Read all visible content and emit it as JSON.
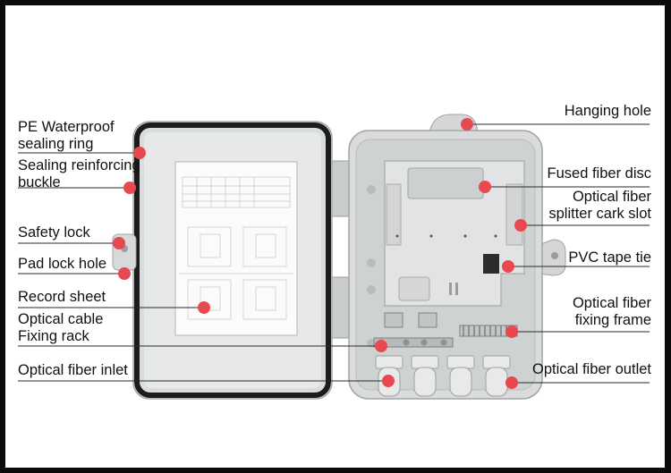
{
  "labels_left": [
    {
      "id": "pe-waterproof-sealing-ring",
      "lines": [
        "PE Waterproof",
        "sealing ring"
      ]
    },
    {
      "id": "sealing-reinforcing-buckle",
      "lines": [
        "Sealing reinforcing",
        "buckle"
      ]
    },
    {
      "id": "safety-lock",
      "lines": [
        "Safety lock"
      ]
    },
    {
      "id": "pad-lock-hole",
      "lines": [
        "Pad lock hole"
      ]
    },
    {
      "id": "record-sheet",
      "lines": [
        "Record sheet"
      ]
    },
    {
      "id": "optical-cable-fixing-rack",
      "lines": [
        "Optical cable",
        "Fixing rack"
      ]
    },
    {
      "id": "optical-fiber-inlet",
      "lines": [
        "Optical fiber inlet"
      ]
    }
  ],
  "labels_right": [
    {
      "id": "hanging-hole",
      "lines": [
        "Hanging hole"
      ]
    },
    {
      "id": "fused-fiber-disc",
      "lines": [
        "Fused fiber disc"
      ]
    },
    {
      "id": "optical-fiber-splitter-cark-slot",
      "lines": [
        "Optical fiber",
        "splitter cark slot"
      ]
    },
    {
      "id": "pvc-tape-tie",
      "lines": [
        "PVC tape tie"
      ]
    },
    {
      "id": "optical-fiber-fixing-frame",
      "lines": [
        "Optical fiber",
        "fixing frame"
      ]
    },
    {
      "id": "optical-fiber-outlet",
      "lines": [
        "Optical fiber outlet"
      ]
    }
  ],
  "colors": {
    "marker": "#e8484f",
    "leader": "#2a2a2a",
    "housing": "#d9dcdd",
    "gasket": "#1c1c1c"
  }
}
